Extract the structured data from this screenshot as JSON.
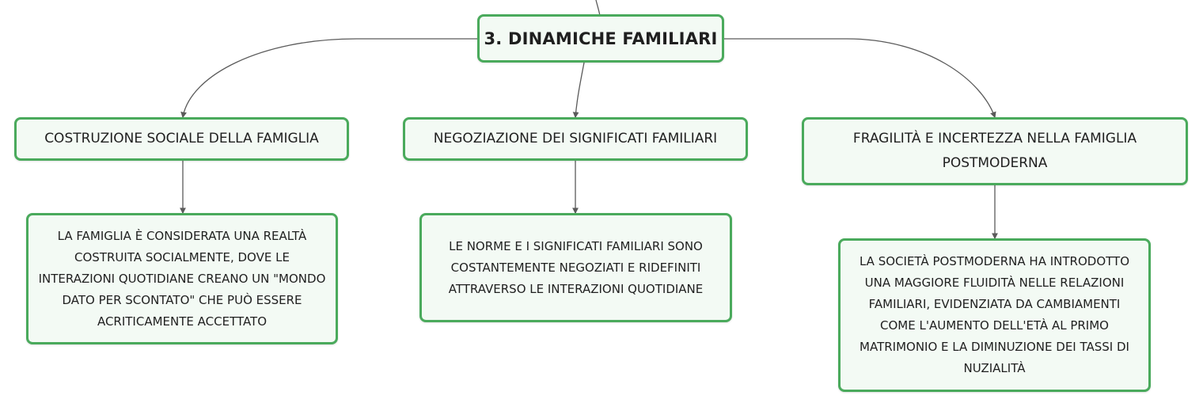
{
  "root": {
    "label": "3. DINAMICHE FAMILIARI"
  },
  "topics": [
    {
      "label": "COSTRUZIONE SOCIALE DELLA FAMIGLIA",
      "detail": "LA FAMIGLIA È CONSIDERATA UNA REALTÀ COSTRUITA SOCIALMENTE, DOVE LE INTERAZIONI QUOTIDIANE CREANO UN \"MONDO DATO PER SCONTATO\" CHE PUÒ ESSERE ACRITICAMENTE ACCETTATO"
    },
    {
      "label": "NEGOZIAZIONE DEI SIGNIFICATI FAMILIARI",
      "detail": "LE NORME E I SIGNIFICATI FAMILIARI SONO COSTANTEMENTE NEGOZIATI E RIDEFINITI ATTRAVERSO LE INTERAZIONI QUOTIDIANE"
    },
    {
      "label": "FRAGILITÀ E INCERTEZZA NELLA FAMIGLIA POSTMODERNA",
      "detail": "LA SOCIETÀ POSTMODERNA HA INTRODOTTO UNA MAGGIORE FLUIDITÀ NELLE RELAZIONI FAMILIARI, EVIDENZIATA DA CAMBIAMENTI COME L'AUMENTO DELL'ETÀ AL PRIMO MATRIMONIO E LA DIMINUZIONE DEI TASSI DI NUZIALITÀ"
    }
  ],
  "colors": {
    "node_border": "#4aaa5c",
    "node_fill": "#f3faf4",
    "connector": "#5a5a5a",
    "text": "#1f1f1f"
  }
}
